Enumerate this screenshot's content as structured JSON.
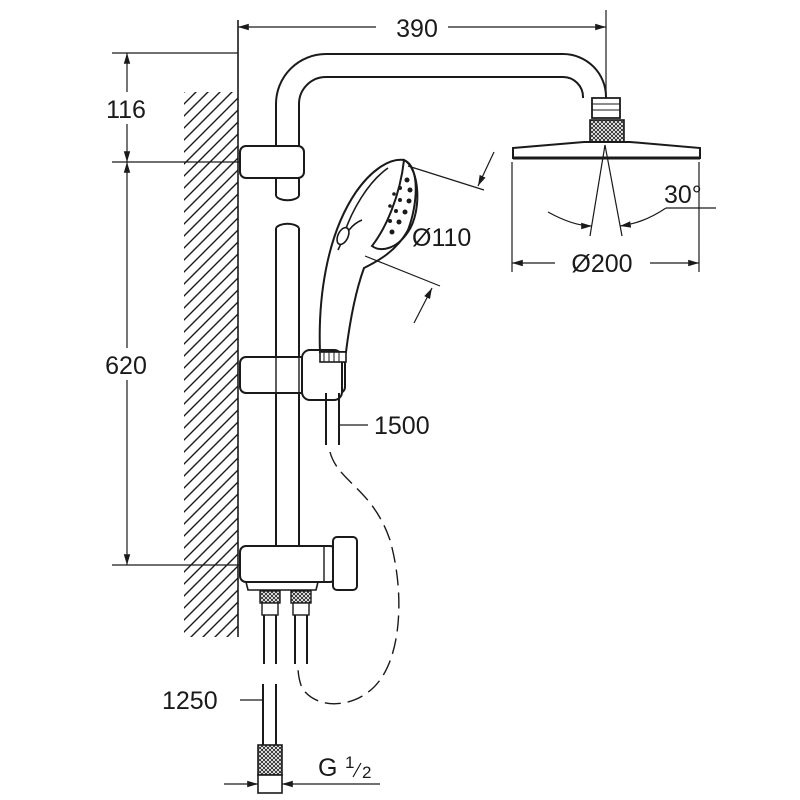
{
  "dimensions": {
    "arm_projection": "390",
    "top_offset": "116",
    "rail_length": "620",
    "hand_shower_diameter": "Ø110",
    "head_diameter": "Ø200",
    "head_angle": "30°",
    "shower_hose": "1500",
    "supply_hose": "1250",
    "thread": "G",
    "thread_num": "1",
    "thread_den": "2"
  }
}
